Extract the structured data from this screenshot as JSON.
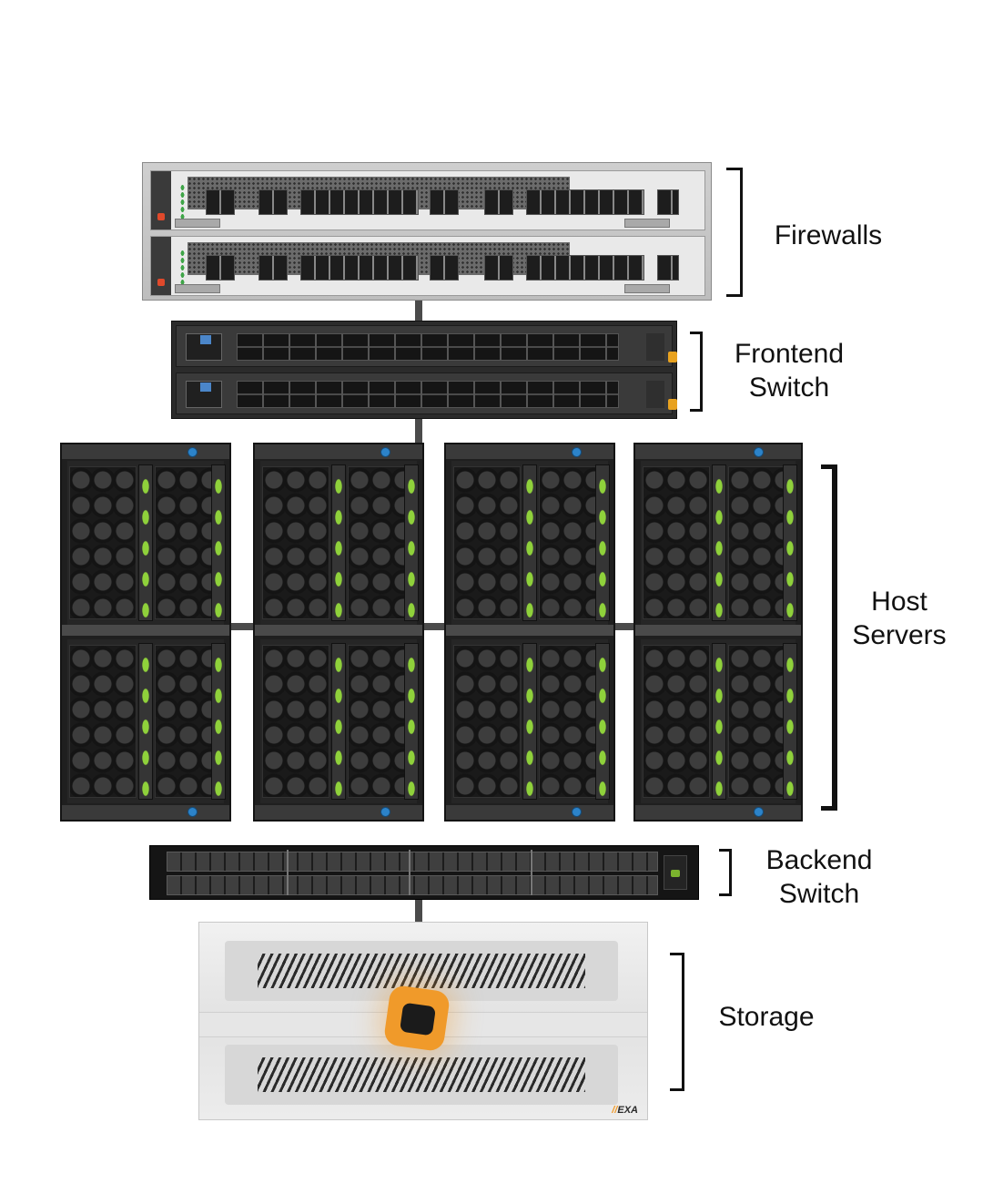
{
  "labels": {
    "firewalls": "Firewalls",
    "frontend_switch_line1": "Frontend",
    "frontend_switch_line2": "Switch",
    "host_servers_line1": "Host",
    "host_servers_line2": "Servers",
    "backend_switch_line1": "Backend",
    "backend_switch_line2": "Switch",
    "storage": "Storage"
  },
  "storage_brand": {
    "mark": "//",
    "text": "EXA"
  },
  "colors": {
    "connector": "#4b4b4b",
    "accent_orange": "#f09a2a",
    "server_screw_blue": "#2c83c9",
    "led_green": "#8fd13b",
    "firewall_brand_red": "#e0492b"
  }
}
